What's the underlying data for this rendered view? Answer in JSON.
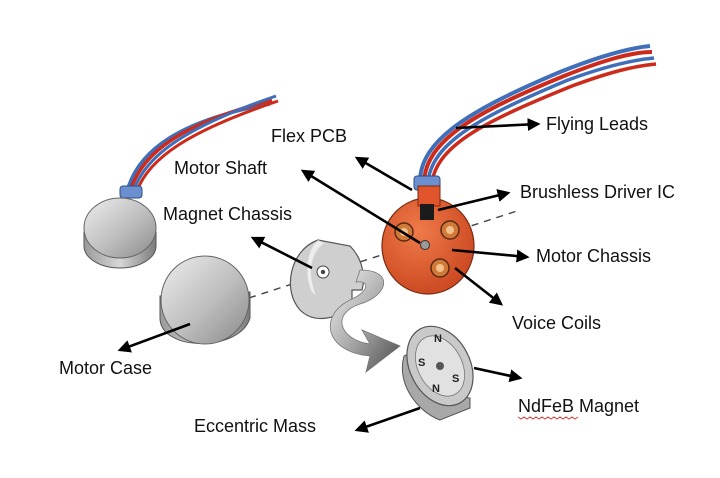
{
  "labels": {
    "flying_leads": "Flying Leads",
    "flex_pcb": "Flex PCB",
    "motor_shaft": "Motor Shaft",
    "brushless_driver_ic": "Brushless Driver IC",
    "magnet_chassis": "Magnet Chassis",
    "motor_chassis": "Motor Chassis",
    "voice_coils": "Voice Coils",
    "motor_case": "Motor Case",
    "ndfeb_magnet": "NdFeB Magnet",
    "eccentric_mass": "Eccentric Mass"
  },
  "magnet_poles": [
    "N",
    "S",
    "N",
    "S"
  ],
  "colors": {
    "pcb": "#e0552b",
    "wire_red": "#cc2a1a",
    "wire_blue": "#3f6fb8",
    "metal": "#b9b9b9",
    "label_text": "#111111",
    "spellcheck_underline": "#d23c3c"
  }
}
